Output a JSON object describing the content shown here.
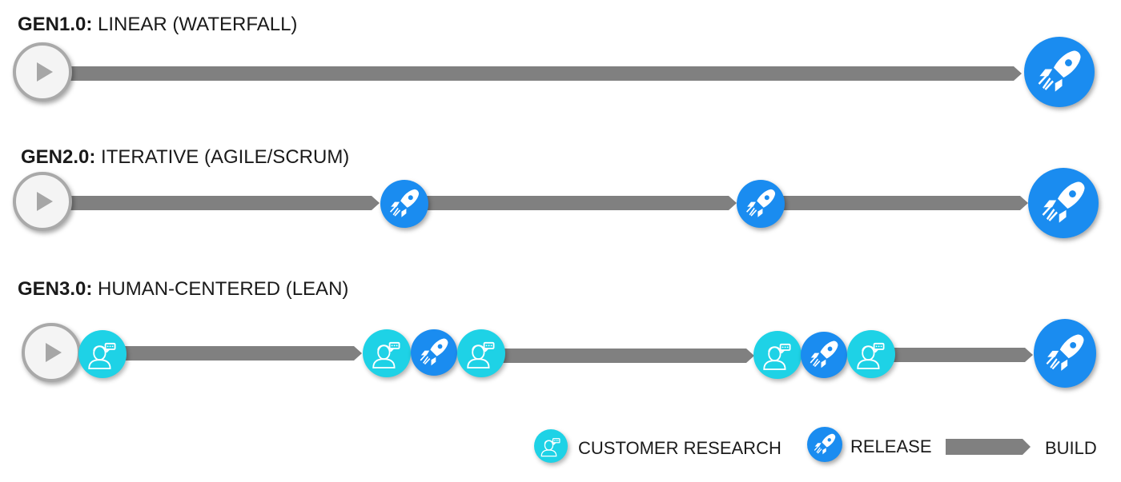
{
  "rows": [
    {
      "id": "gen1",
      "title_bold": "GEN1.0:",
      "title_rest": " LINEAR (WATERFALL)"
    },
    {
      "id": "gen2",
      "title_bold": "GEN2.0:",
      "title_rest": " ITERATIVE (AGILE/SCRUM)"
    },
    {
      "id": "gen3",
      "title_bold": "GEN3.0:",
      "title_rest": " HUMAN-CENTERED (LEAN)"
    }
  ],
  "legend": {
    "research_label": "CUSTOMER RESEARCH",
    "release_label": "RELEASE",
    "build_label": "BUILD"
  },
  "icons": {
    "start": "play-icon",
    "release": "rocket-icon",
    "research": "person-chat-icon",
    "build": "arrow-bar"
  },
  "colors": {
    "release": "#1a8cf0",
    "research": "#1ed2e6",
    "build": "#808080",
    "start_border": "#a9a9a9"
  }
}
